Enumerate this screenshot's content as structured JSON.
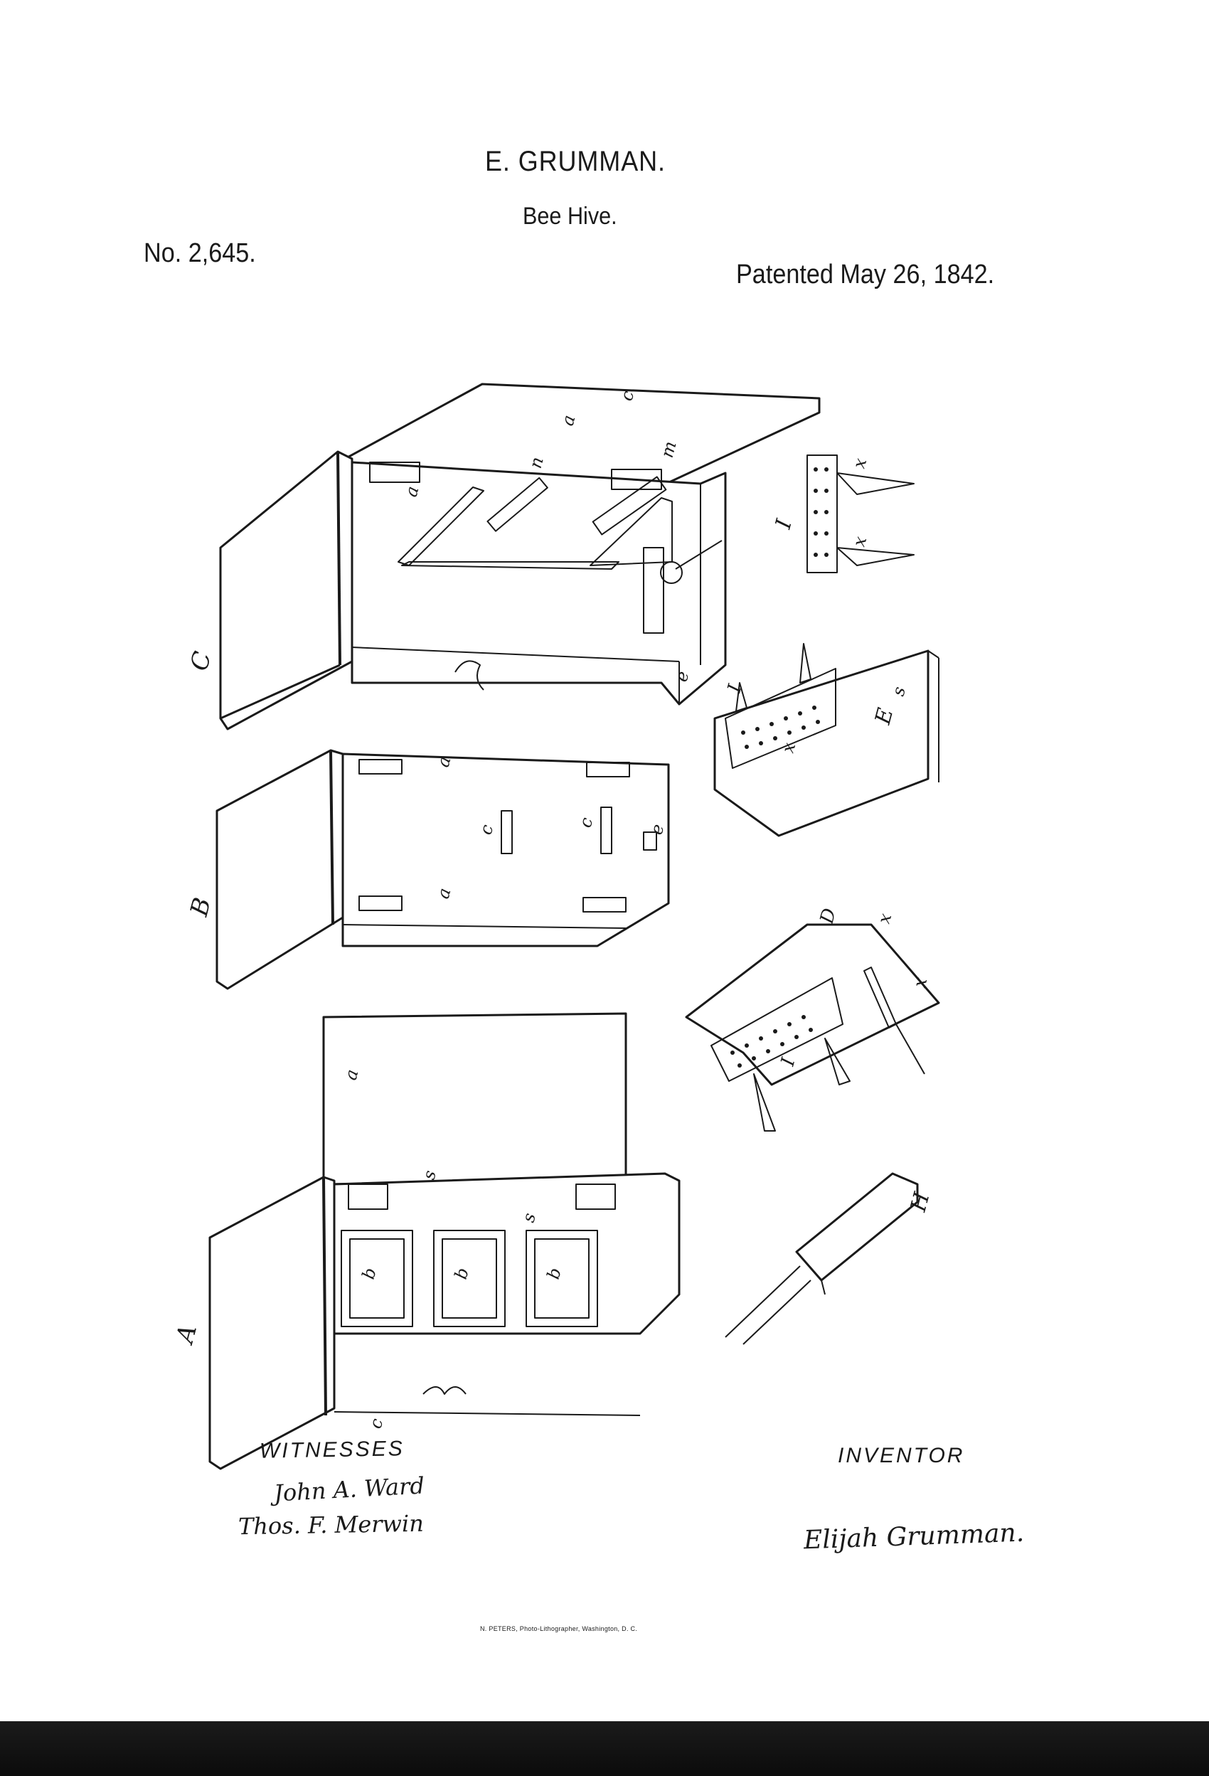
{
  "header": {
    "inventor_name": "E. GRUMMAN.",
    "title": "Bee Hive.",
    "patent_number": "No. 2,645.",
    "patent_date": "Patented May 26, 1842."
  },
  "figures": {
    "A": "A",
    "B": "B",
    "C": "C",
    "D": "D",
    "E": "E",
    "H": "H",
    "I": "I"
  },
  "parts": {
    "a": "a",
    "b": "b",
    "c": "c",
    "e": "e",
    "m": "m",
    "n": "n",
    "s": "s",
    "x": "x"
  },
  "signatures": {
    "witnesses_label": "WITNESSES",
    "witness_1": "John A. Ward",
    "witness_2": "Thos. F. Merwin",
    "inventor_label": "INVENTOR",
    "inventor_signature": "Elijah Grumman."
  },
  "footer": {
    "lithographer": "N. PETERS, Photo-Lithographer, Washington, D. C."
  },
  "colors": {
    "ink": "#1a1a1a",
    "paper": "#ffffff",
    "bar": "#111111"
  }
}
